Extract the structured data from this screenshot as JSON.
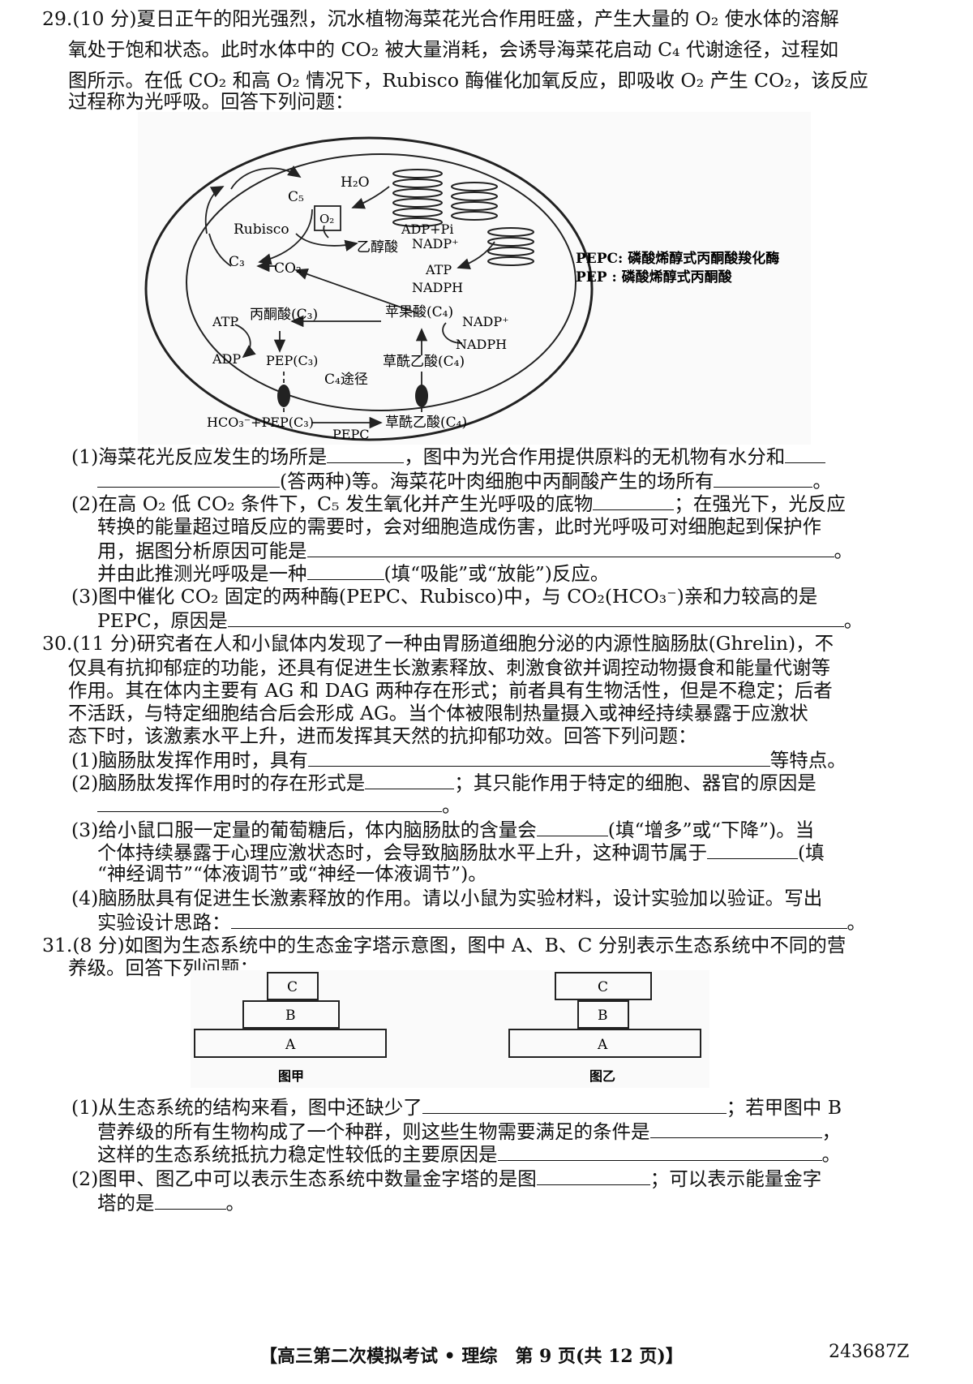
{
  "q29": {
    "header": "29.(10 分)夏日正午的阳光强烈，沉水植物海菜花光合作用旺盛，产生大量的 O₂ 使水体的溶解",
    "line2": "氧处于饱和状态。此时水体中的 CO₂ 被大量消耗，会诱导海菜花启动 C₄ 代谢途径，过程如",
    "line3": "图所示。在低 CO₂ 和高 O₂ 情况下，Rubisco 酶催化加氧反应，即吸收 O₂ 产生 CO₂，该反应",
    "line4": "过程称为光呼吸。回答下列问题：",
    "diagram": {
      "h2o": "H₂O",
      "c5": "C₅",
      "o2": "O₂",
      "rubisco": "Rubisco",
      "glycolic": "乙醇酸",
      "c3": "C₃",
      "co2": "CO₂",
      "adp_pi": "ADP+Pi",
      "nadp": "NADP⁺",
      "atp": "ATP",
      "nadph": "NADPH",
      "atp2": "ATP",
      "pyruvate": "丙酮酸(C₃)",
      "malate": "苹果酸(C₄)",
      "nadp2": "NADP⁺",
      "nadph2": "NADPH",
      "adp": "ADP",
      "pep": "PEP(C₃)",
      "oaa": "草酰乙酸(C₄)",
      "c4path": "C₄途径",
      "hco3": "HCO₃⁻+PEP(C₃)",
      "pepc": "PEPC",
      "oaa2": "草酰乙酸(C₄)",
      "legend1": "PEPC: 磷酸烯醇式丙酮酸羧化酶",
      "legend2": "PEP : 磷酸烯醇式丙酮酸"
    },
    "p1a": "(1)海菜花光反应发生的场所是",
    "p1b": "，图中为光合作用提供原料的无机物有水分和",
    "p1c": "(答两种)等。海菜花叶肉细胞中丙酮酸产生的场所有",
    "p1d": "。",
    "p2a": "(2)在高 O₂ 低 CO₂ 条件下，C₅ 发生氧化并产生光呼吸的底物",
    "p2b": "；在强光下，光反应",
    "p2c": "转换的能量超过暗反应的需要时，会对细胞造成伤害，此时光呼吸可对细胞起到保护作",
    "p2d": "用，据图分析原因可能是",
    "p2e": "。",
    "p2f": "并由此推测光呼吸是一种",
    "p2g": "(填“吸能”或“放能”)反应。",
    "p3a": "(3)图中催化 CO₂ 固定的两种酶(PEPC、Rubisco)中，与 CO₂(HCO₃⁻)亲和力较高的是",
    "p3b": "PEPC，原因是",
    "p3c": "。"
  },
  "q30": {
    "l1": "30.(11 分)研究者在人和小鼠体内发现了一种由胃肠道细胞分泌的内源性脑肠肽(Ghrelin)，不",
    "l2": "仅具有抗抑郁症的功能，还具有促进生长激素释放、刺激食欲并调控动物摄食和能量代谢等",
    "l3": "作用。其在体内主要有 AG 和 DAG 两种存在形式；前者具有生物活性，但是不稳定；后者",
    "l4": "不活跃，与特定细胞结合后会形成 AG。当个体被限制热量摄入或神经持续暴露于应激状",
    "l5": "态下时，该激素水平上升，进而发挥其天然的抗抑郁功效。回答下列问题：",
    "p1a": "(1)脑肠肽发挥作用时，具有",
    "p1b": "等特点。",
    "p2a": "(2)脑肠肽发挥作用时的存在形式是",
    "p2b": "；其只能作用于特定的细胞、器官的原因是",
    "p2c": "。",
    "p3a": "(3)给小鼠口服一定量的葡萄糖后，体内脑肠肽的含量会",
    "p3b": "(填“增多”或“下降”)。当",
    "p3c": "个体持续暴露于心理应激状态时，会导致脑肠肽水平上升，这种调节属于",
    "p3d": "(填",
    "p3e": "“神经调节”“体液调节”或“神经一体液调节”)。",
    "p4a": "(4)脑肠肽具有促进生长激素释放的作用。请以小鼠为实验材料，设计实验加以验证。写出",
    "p4b": "实验设计思路：",
    "p4c": "。"
  },
  "q31": {
    "l1": "31.(8 分)如图为生态系统中的生态金字塔示意图，图中 A、B、C 分别表示生态系统中不同的营",
    "l2": "养级。回答下列问题：",
    "figA": {
      "c": "C",
      "b": "B",
      "a": "A",
      "caption": "图甲"
    },
    "figB": {
      "c": "C",
      "b": "B",
      "a": "A",
      "caption": "图乙"
    },
    "p1a": "(1)从生态系统的结构来看，图中还缺少了",
    "p1b": "；若甲图中 B",
    "p1c": "营养级的所有生物构成了一个种群，则这些生物需要满足的条件是",
    "p1d": "，",
    "p1e": "这样的生态系统抵抗力稳定性较低的主要原因是",
    "p1f": "。",
    "p2a": "(2)图甲、图乙中可以表示生态系统中数量金字塔的是图",
    "p2b": "；可以表示能量金字",
    "p2c": "塔的是",
    "p2d": "。"
  },
  "footer": {
    "title": "【高三第二次模拟考试 • 理综　第 9 页(共 12 页)】",
    "code": "243687Z"
  }
}
